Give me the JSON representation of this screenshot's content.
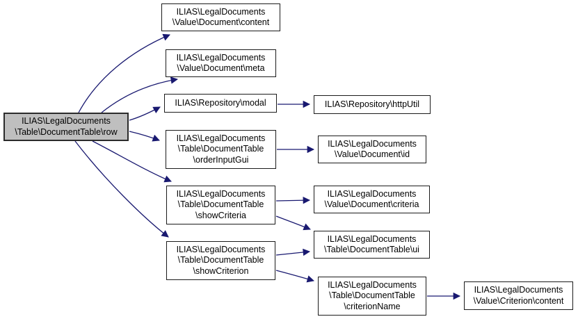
{
  "diagram": {
    "type": "doxygen-call-graph",
    "background_color": "#ffffff",
    "edge_color": "#191970",
    "node_fill": "#ffffff",
    "node_border_color": "#1a1a1a",
    "highlight_fill": "#bfbfbf",
    "nodes": [
      {
        "id": "row",
        "label": "ILIAS\\LegalDocuments\n\\Table\\DocumentTable\\row",
        "highlighted": true
      },
      {
        "id": "value-document-content",
        "label": "ILIAS\\LegalDocuments\n\\Value\\Document\\content",
        "highlighted": false
      },
      {
        "id": "value-document-meta",
        "label": "ILIAS\\LegalDocuments\n\\Value\\Document\\meta",
        "highlighted": false
      },
      {
        "id": "repository-modal",
        "label": "ILIAS\\Repository\\modal",
        "highlighted": false
      },
      {
        "id": "repository-httputil",
        "label": "ILIAS\\Repository\\httpUtil",
        "highlighted": false
      },
      {
        "id": "order-input-gui",
        "label": "ILIAS\\LegalDocuments\n\\Table\\DocumentTable\n\\orderInputGui",
        "highlighted": false
      },
      {
        "id": "value-document-id",
        "label": "ILIAS\\LegalDocuments\n\\Value\\Document\\id",
        "highlighted": false
      },
      {
        "id": "show-criteria",
        "label": "ILIAS\\LegalDocuments\n\\Table\\DocumentTable\n\\showCriteria",
        "highlighted": false
      },
      {
        "id": "value-document-criteria",
        "label": "ILIAS\\LegalDocuments\n\\Value\\Document\\criteria",
        "highlighted": false
      },
      {
        "id": "document-table-ui",
        "label": "ILIAS\\LegalDocuments\n\\Table\\DocumentTable\\ui",
        "highlighted": false
      },
      {
        "id": "show-criterion",
        "label": "ILIAS\\LegalDocuments\n\\Table\\DocumentTable\n\\showCriterion",
        "highlighted": false
      },
      {
        "id": "criterion-name",
        "label": "ILIAS\\LegalDocuments\n\\Table\\DocumentTable\n\\criterionName",
        "highlighted": false
      },
      {
        "id": "value-criterion-content",
        "label": "ILIAS\\LegalDocuments\n\\Value\\Criterion\\content",
        "highlighted": false
      }
    ],
    "edges": [
      {
        "from": "row",
        "to": "value-document-content"
      },
      {
        "from": "row",
        "to": "value-document-meta"
      },
      {
        "from": "row",
        "to": "repository-modal"
      },
      {
        "from": "row",
        "to": "order-input-gui"
      },
      {
        "from": "row",
        "to": "show-criteria"
      },
      {
        "from": "row",
        "to": "show-criterion"
      },
      {
        "from": "repository-modal",
        "to": "repository-httputil"
      },
      {
        "from": "order-input-gui",
        "to": "value-document-id"
      },
      {
        "from": "show-criteria",
        "to": "value-document-criteria"
      },
      {
        "from": "show-criteria",
        "to": "document-table-ui"
      },
      {
        "from": "show-criterion",
        "to": "document-table-ui"
      },
      {
        "from": "show-criterion",
        "to": "criterion-name"
      },
      {
        "from": "criterion-name",
        "to": "value-criterion-content"
      }
    ]
  }
}
